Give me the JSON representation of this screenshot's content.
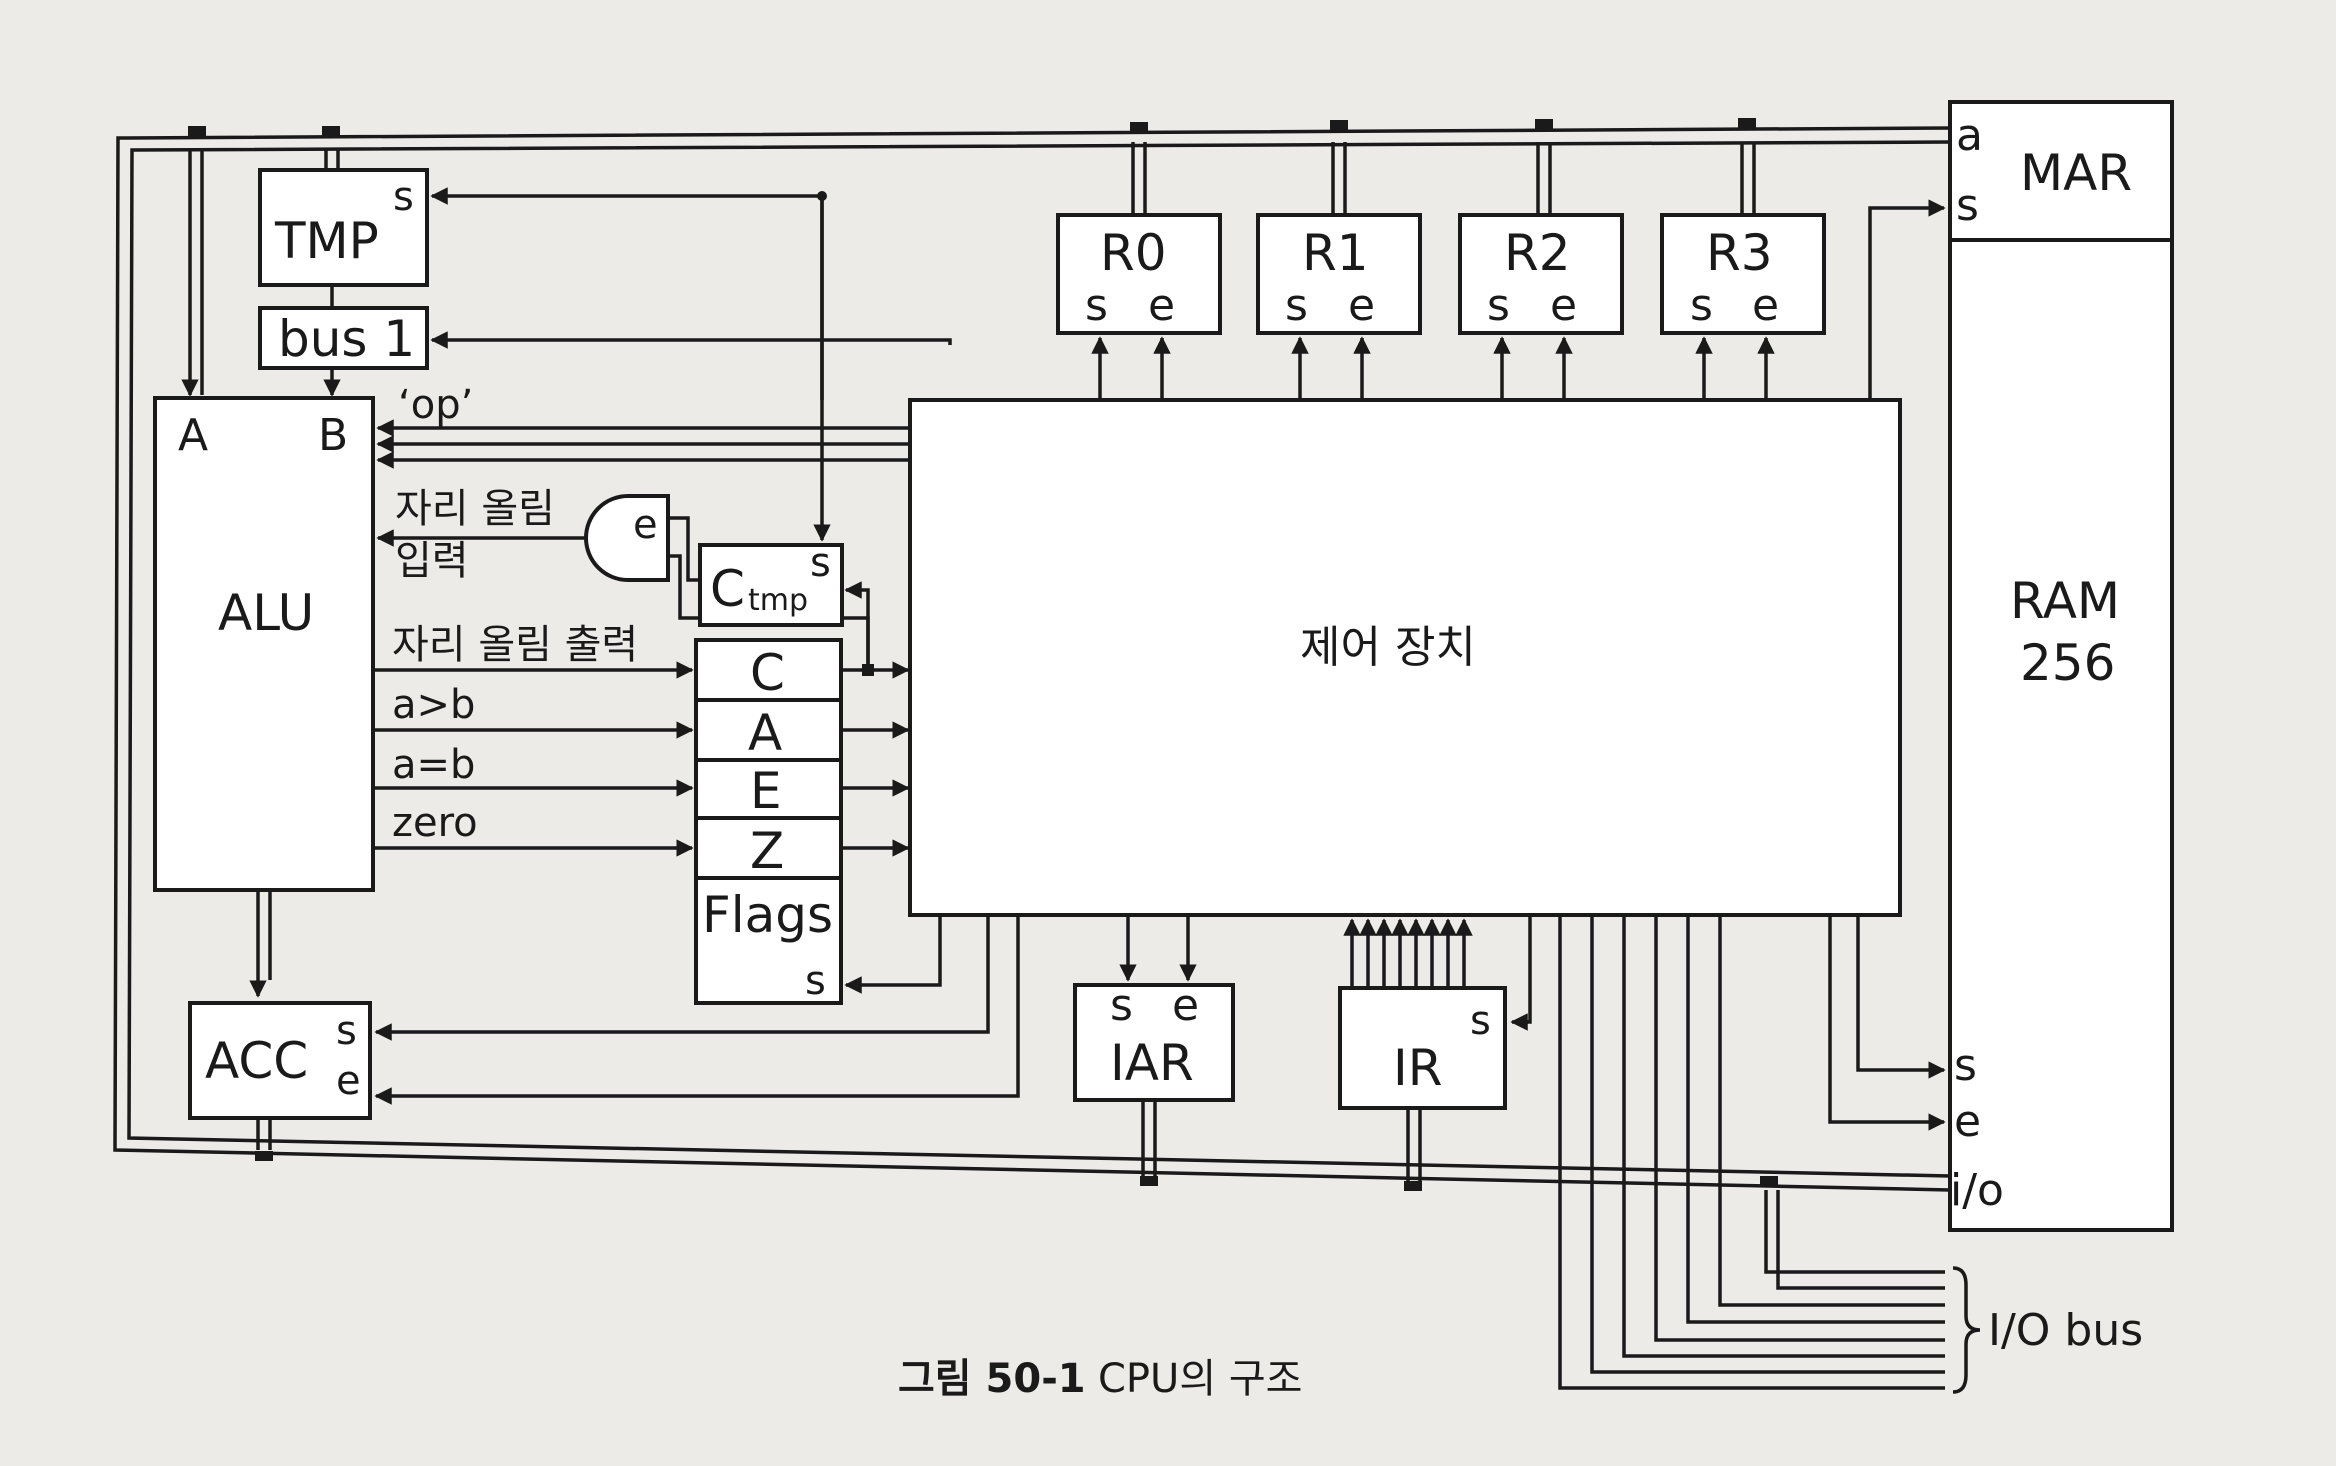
{
  "labels": {
    "tmp": "TMP",
    "tmp_s": "s",
    "bus1": "bus 1",
    "alu": "ALU",
    "alu_a": "A",
    "alu_b": "B",
    "op": "‘op’",
    "carry_in_1": "자리 올림",
    "carry_in_2": "입력",
    "carry_out": "자리 올림 출력",
    "a_gt_b": "a>b",
    "a_eq_b": "a=b",
    "zero": "zero",
    "and_e": "e",
    "ctmp_c": "C",
    "ctmp_sub": "tmp",
    "ctmp_s": "s",
    "flag_c": "C",
    "flag_a": "A",
    "flag_e": "E",
    "flag_z": "Z",
    "flags": "Flags",
    "flags_s": "s",
    "acc": "ACC",
    "acc_s": "s",
    "acc_e": "e",
    "control": "제어 장치",
    "r0": "R0",
    "r1": "R1",
    "r2": "R2",
    "r3": "R3",
    "reg_s": "s",
    "reg_e": "e",
    "iar": "IAR",
    "iar_s": "s",
    "iar_e": "e",
    "ir": "IR",
    "ir_s": "s",
    "mar": "MAR",
    "mar_a": "a",
    "mar_s": "s",
    "ram_1": "RAM",
    "ram_2": "256",
    "ram_s": "s",
    "ram_e": "e",
    "ram_io": "i/o",
    "io_bus": "I/O bus"
  },
  "caption": {
    "bold": "그림 50-1",
    "text": "CPU의 구조"
  }
}
